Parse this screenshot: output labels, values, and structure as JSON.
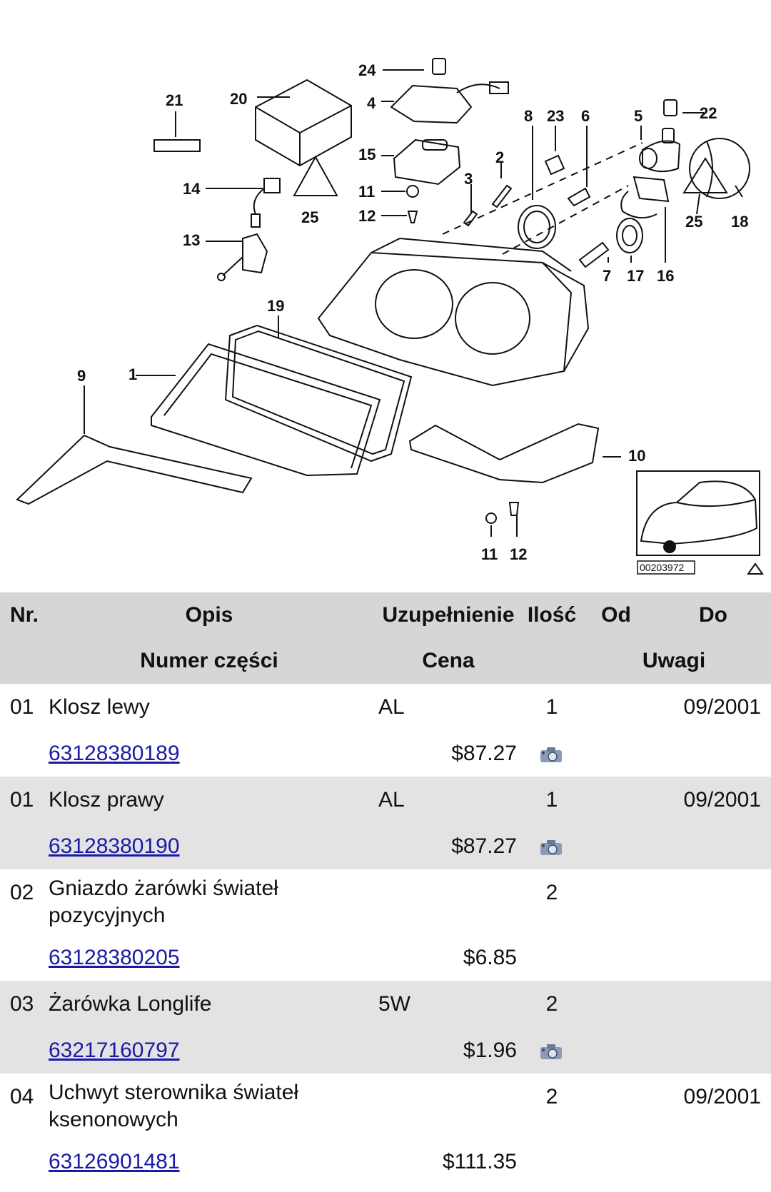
{
  "diagram": {
    "callouts": [
      "24",
      "20",
      "21",
      "4",
      "8",
      "23",
      "6",
      "5",
      "22",
      "15",
      "2",
      "14",
      "11",
      "3",
      "25",
      "12",
      "13",
      "18",
      "25",
      "7",
      "17",
      "16",
      "19",
      "9",
      "1",
      "10",
      "11",
      "12"
    ],
    "reference_code": "00203972"
  },
  "table": {
    "header": {
      "nr": "Nr.",
      "opis": "Opis",
      "uzupelnienie": "Uzupełnienie",
      "ilosc": "Ilość",
      "od": "Od",
      "do": "Do",
      "numer_czesci": "Numer części",
      "cena": "Cena",
      "uwagi": "Uwagi"
    },
    "rows": [
      {
        "nr": "01",
        "desc": "Klosz lewy",
        "supplement": "AL",
        "qty": "1",
        "do": "09/2001",
        "part_no": "63128380189",
        "price": "$87.27",
        "has_photo": true
      },
      {
        "nr": "01",
        "desc": "Klosz prawy",
        "supplement": "AL",
        "qty": "1",
        "do": "09/2001",
        "part_no": "63128380190",
        "price": "$87.27",
        "has_photo": true
      },
      {
        "nr": "02",
        "desc": "Gniazdo żarówki świateł pozycyjnych",
        "supplement": "",
        "qty": "2",
        "do": "",
        "part_no": "63128380205",
        "price": "$6.85",
        "has_photo": false
      },
      {
        "nr": "03",
        "desc": "Żarówka Longlife",
        "supplement": "5W",
        "qty": "2",
        "do": "",
        "part_no": "63217160797",
        "price": "$1.96",
        "has_photo": true
      },
      {
        "nr": "04",
        "desc": "Uchwyt sterownika świateł ksenonowych",
        "supplement": "",
        "qty": "2",
        "do": "09/2001",
        "part_no": "63126901481",
        "price": "$111.35",
        "has_photo": false
      }
    ]
  }
}
